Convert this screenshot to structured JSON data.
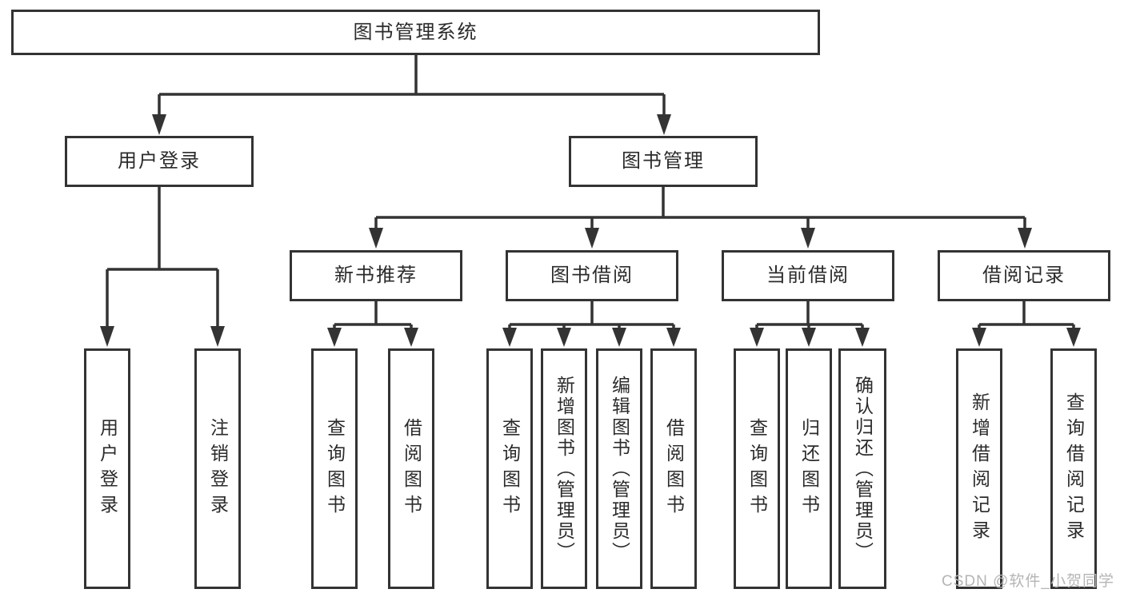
{
  "colors": {
    "background": "#ffffff",
    "line": "#333333",
    "node_border": "#333333",
    "node_fill": "#ffffff",
    "label_text": "#2b2b2b",
    "watermark_text": "#b5b5b5"
  },
  "watermark": {
    "text": "CSDN @软件_小贺同学"
  },
  "tree": {
    "root": {
      "label": "图书管理系统"
    },
    "branches": [
      {
        "label": "用户登录",
        "leaves": [
          {
            "label": "用户登录"
          },
          {
            "label": "注销登录"
          }
        ]
      },
      {
        "label": "图书管理",
        "groups": [
          {
            "label": "新书推荐",
            "leaves": [
              {
                "label": "查询图书"
              },
              {
                "label": "借阅图书"
              }
            ]
          },
          {
            "label": "图书借阅",
            "leaves": [
              {
                "label": "查询图书"
              },
              {
                "label": "新增图书（管理员）"
              },
              {
                "label": "编辑图书（管理员）"
              },
              {
                "label": "借阅图书"
              }
            ]
          },
          {
            "label": "当前借阅",
            "leaves": [
              {
                "label": "查询图书"
              },
              {
                "label": "归还图书"
              },
              {
                "label": "确认归还（管理员）"
              }
            ]
          },
          {
            "label": "借阅记录",
            "leaves": [
              {
                "label": "新增借阅记录"
              },
              {
                "label": "查询借阅记录"
              }
            ]
          }
        ]
      }
    ]
  }
}
